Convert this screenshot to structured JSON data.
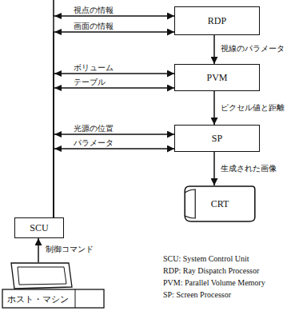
{
  "diagram": {
    "nodes": [
      {
        "text": [
          "RDP"
        ]
      },
      {
        "text": [
          "PVM"
        ]
      },
      {
        "text": [
          "SP"
        ]
      },
      {
        "text": [
          "CRT"
        ]
      },
      {
        "text": [
          "SCU"
        ]
      },
      {
        "text": [
          "ホスト・マシン"
        ]
      }
    ],
    "edges": [
      {
        "from": 4,
        "to": 0,
        "label": "視点の情報",
        "arrow": "both"
      },
      {
        "from": 4,
        "to": 0,
        "label": "画面の情報",
        "arrow": "both"
      },
      {
        "from": 0,
        "to": 1,
        "label": "視線のパラメータ",
        "arrow": "to"
      },
      {
        "from": 4,
        "to": 1,
        "label": "ボリューム",
        "arrow": "both"
      },
      {
        "from": 4,
        "to": 1,
        "label": "テーブル",
        "arrow": "both"
      },
      {
        "from": 1,
        "to": 2,
        "label": "ピクセル値と距離",
        "arrow": "to"
      },
      {
        "from": 4,
        "to": 2,
        "label": "光源の位置",
        "arrow": "both"
      },
      {
        "from": 4,
        "to": 2,
        "label": "パラメータ",
        "arrow": "both"
      },
      {
        "from": 2,
        "to": 3,
        "label": "生成された画像",
        "arrow": "to"
      },
      {
        "from": 5,
        "to": 4,
        "label": "制御コマンド",
        "arrow": "to"
      }
    ],
    "labels": [
      "SCU: System Control Unit",
      "RDP: Ray Dispatch Processor",
      "PVM: Parallel Volume Memory",
      "SP: Screen Processor"
    ]
  }
}
